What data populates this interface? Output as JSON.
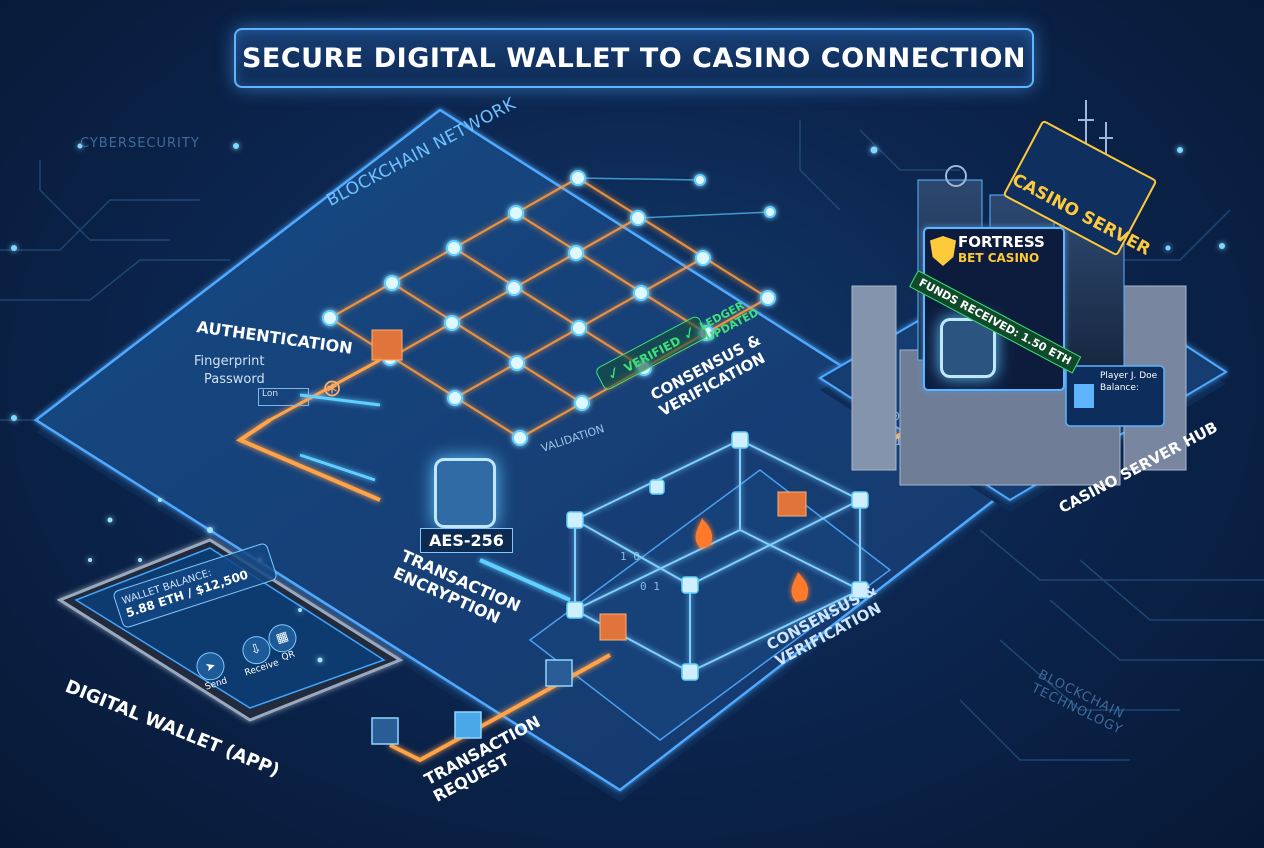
{
  "title": "SECURE DIGITAL WALLET TO CASINO CONNECTION",
  "labels": {
    "cybersecurity": "CYBERSECURITY",
    "blockchain_network": "BLOCKCHAIN NETWORK",
    "authentication": "AUTHENTICATION",
    "fingerprint": "Fingerprint",
    "password": "Password",
    "login": "Lon",
    "validation": "VALIDATION",
    "verified": "VERIFIED",
    "ledger_updated": "LEDGER UPDATED",
    "consensus_top": "CONSENSUS & VERIFICATION",
    "aes": "AES-256",
    "transaction_encryption": "TRANSACTION ENCRYPTION",
    "consensus_bottom": "CONSENSUS & VERIFICATION",
    "digital_wallet": "DIGITAL WALLET (APP)",
    "transaction_request": "TRANSACTION REQUEST",
    "casino_server_hub": "CASINO SERVER HUB",
    "blockchain_technology": "BLOCKCHAIN TECHNOLOGY"
  },
  "phone": {
    "balance_label": "WALLET BALANCE:",
    "balance_value": "5.88 ETH / $12,500",
    "send": "Send",
    "receive": "Receive",
    "qr": "QR"
  },
  "casino": {
    "sign": "CASINO SERVER",
    "brand_line1": "FORTRESS",
    "brand_line2": "BET CASINO",
    "funds": "FUNDS RECEIVED: 1.50 ETH",
    "player_name": "Player J. Doe",
    "player_balance": "Balance:"
  },
  "colors": {
    "accent_blue": "#5fb4ff",
    "accent_orange": "#ff9a3c",
    "success_green": "#3ee07a",
    "gold": "#ffc93c"
  }
}
